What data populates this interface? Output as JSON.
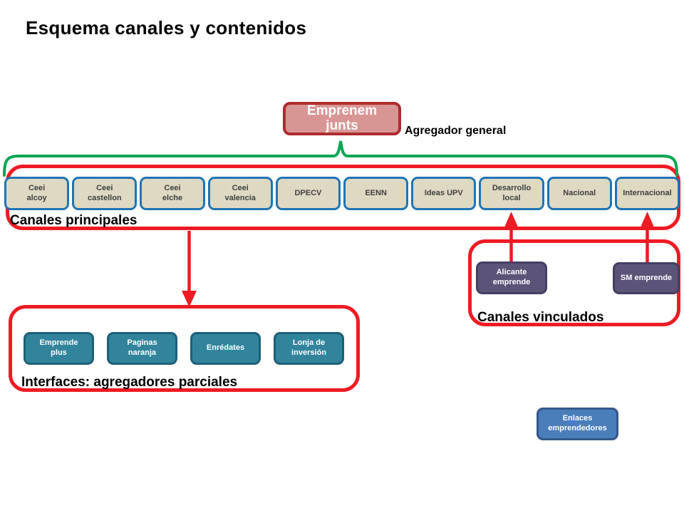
{
  "title": "Esquema canales y contenidos",
  "aggregator": {
    "label": "Emprenem\njunts",
    "annotation": "Agregador general"
  },
  "main_channels": {
    "group_label": "Canales principales",
    "items": [
      "Ceei\nalcoy",
      "Ceei\ncastellon",
      "Ceei\nelche",
      "Ceei\nvalencia",
      "DPECV",
      "EENN",
      "Ideas UPV",
      "Desarrollo\nlocal",
      "Nacional",
      "Internacional"
    ]
  },
  "interfaces": {
    "group_label": "Interfaces: agregadores parciales",
    "items": [
      "Emprende\nplus",
      "Paginas\nnaranja",
      "Enrédates",
      "Lonja de\ninversión"
    ]
  },
  "linked_channels": {
    "group_label": "Canales vinculados",
    "items": [
      "Alicante\nemprende",
      "SM emprende"
    ]
  },
  "standalone": {
    "label": "Enlaces\nemprendedores"
  },
  "colors": {
    "title_text": "#000000",
    "outline_red": "#ee1b23",
    "brace_green": "#00a651",
    "aggregator_fill": "#d79694",
    "aggregator_border": "#b02b2f",
    "channel_fill": "#ddd9c3",
    "channel_border": "#1f74b4",
    "channel_text": "#3f3f3f",
    "interface_fill": "#31849b",
    "interface_border": "#1f5f78",
    "linked_fill": "#5b5378",
    "linked_border": "#434063",
    "standalone_fill": "#4a7ebb",
    "standalone_border": "#35588c"
  }
}
